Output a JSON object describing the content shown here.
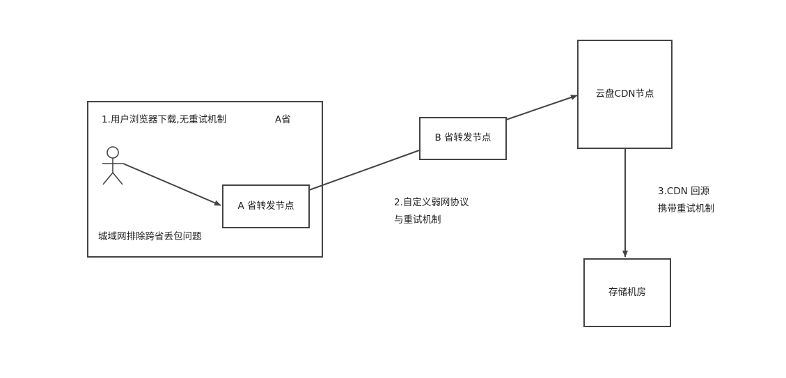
{
  "province_region": {
    "step1": "1.用户浏览器下载,无重试机制",
    "province_label": "A省",
    "bottom_note": "城域网排除跨省丢包问题"
  },
  "nodes": {
    "a_relay": "A 省转发节点",
    "b_relay": "B 省转发节点",
    "cdn_node": "云盘CDN节点",
    "storage": "存储机房"
  },
  "annotations": {
    "step2_line1": "2.自定义弱网协议",
    "step2_line2": "与重试机制",
    "step3_line1": "3.CDN 回源",
    "step3_line2": "携带重试机制"
  },
  "colors": {
    "stroke": "#444444",
    "text": "#222222",
    "background": "#ffffff"
  }
}
